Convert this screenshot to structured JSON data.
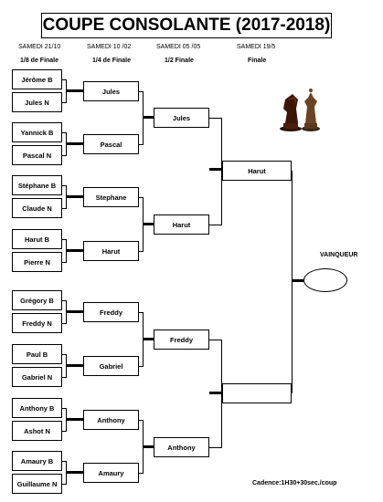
{
  "title": "COUPE CONSOLANTE (2017-2018)",
  "rounds": [
    {
      "date": "SAMEDI 21/10",
      "name": "1/8 de Finale"
    },
    {
      "date": "SAMEDI  10 /02",
      "name": "1/4 de Finale"
    },
    {
      "date": "SAMEDI  05 /05",
      "name": "1/2 Finale"
    },
    {
      "date": "SAMEDI  19/5",
      "name": "Finale"
    }
  ],
  "r16": [
    "Jérôme  B",
    "Jules   N",
    "Yannick  B",
    "Pascal  N",
    "Stéphane  B",
    "Claude   N",
    "Harut  B",
    "Pierre   N",
    "Grégory B",
    "Freddy  N",
    "Paul  B",
    "Gabriel  N",
    "Anthony  B",
    "Ashot  N",
    "Amaury  B",
    "Guillaume  N"
  ],
  "qf": [
    "Jules",
    "Pascal",
    "Stephane",
    "Harut",
    "Freddy",
    "Gabriel",
    "Anthony",
    "Amaury"
  ],
  "sf": [
    "Jules",
    "Harut",
    "Freddy",
    "Anthony"
  ],
  "final": [
    "Harut",
    ""
  ],
  "winner_label": "VAINQUEUR",
  "cadence": "Cadence:1H30+30sec./coup",
  "icons": [
    "chess-knight-icon",
    "chess-queen-icon"
  ]
}
